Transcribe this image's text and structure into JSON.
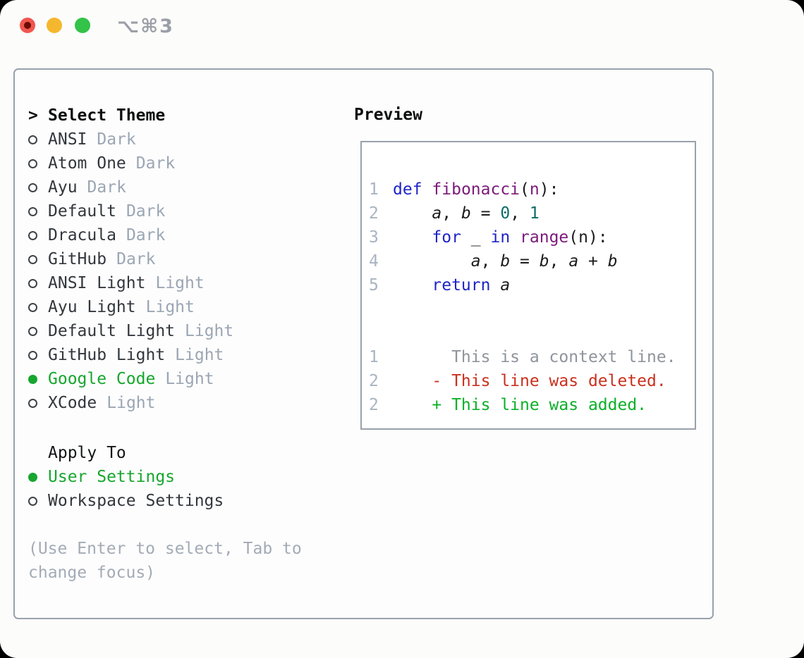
{
  "window": {
    "shortcut": "⌥⌘3",
    "traffic_lights": {
      "red": "#f1564e",
      "yellow": "#f5b72e",
      "green": "#33c348"
    }
  },
  "theme_selector": {
    "prompt_marker": ">",
    "title": "Select Theme",
    "items": [
      {
        "name": "ANSI",
        "variant": "Dark",
        "selected": false
      },
      {
        "name": "Atom One",
        "variant": "Dark",
        "selected": false
      },
      {
        "name": "Ayu",
        "variant": "Dark",
        "selected": false
      },
      {
        "name": "Default",
        "variant": "Dark",
        "selected": false
      },
      {
        "name": "Dracula",
        "variant": "Dark",
        "selected": false
      },
      {
        "name": "GitHub",
        "variant": "Dark",
        "selected": false
      },
      {
        "name": "ANSI Light",
        "variant": "Light",
        "selected": false
      },
      {
        "name": "Ayu Light",
        "variant": "Light",
        "selected": false
      },
      {
        "name": "Default Light",
        "variant": "Light",
        "selected": false
      },
      {
        "name": "GitHub Light",
        "variant": "Light",
        "selected": false
      },
      {
        "name": "Google Code",
        "variant": "Light",
        "selected": true
      },
      {
        "name": "XCode",
        "variant": "Light",
        "selected": false
      }
    ]
  },
  "apply_to": {
    "title": "Apply To",
    "options": [
      {
        "name": "User Settings",
        "selected": true
      },
      {
        "name": "Workspace Settings",
        "selected": false
      }
    ]
  },
  "hint": "(Use Enter to select, Tab to change focus)",
  "preview": {
    "title": "Preview",
    "code_lines": [
      {
        "num": "1",
        "tokens": [
          [
            "kw",
            "def"
          ],
          [
            "pln",
            " "
          ],
          [
            "fn",
            "fibonacci"
          ],
          [
            "pln",
            "("
          ],
          [
            "fn",
            "n"
          ],
          [
            "pln",
            "):"
          ]
        ]
      },
      {
        "num": "2",
        "tokens": [
          [
            "pln",
            "    "
          ],
          [
            "var",
            "a"
          ],
          [
            "pln",
            ", "
          ],
          [
            "var",
            "b"
          ],
          [
            "pln",
            " = "
          ],
          [
            "num",
            "0"
          ],
          [
            "pln",
            ", "
          ],
          [
            "num",
            "1"
          ]
        ]
      },
      {
        "num": "3",
        "tokens": [
          [
            "pln",
            "    "
          ],
          [
            "kw",
            "for"
          ],
          [
            "pln",
            " _ "
          ],
          [
            "kw",
            "in"
          ],
          [
            "pln",
            " "
          ],
          [
            "fn",
            "range"
          ],
          [
            "pln",
            "(n):"
          ]
        ]
      },
      {
        "num": "4",
        "tokens": [
          [
            "pln",
            "        "
          ],
          [
            "var",
            "a"
          ],
          [
            "pln",
            ", "
          ],
          [
            "var",
            "b"
          ],
          [
            "pln",
            " = "
          ],
          [
            "var",
            "b"
          ],
          [
            "pln",
            ", "
          ],
          [
            "var",
            "a"
          ],
          [
            "pln",
            " + "
          ],
          [
            "var",
            "b"
          ]
        ]
      },
      {
        "num": "5",
        "tokens": [
          [
            "pln",
            "    "
          ],
          [
            "kw",
            "return"
          ],
          [
            "pln",
            " "
          ],
          [
            "var",
            "a"
          ]
        ]
      }
    ],
    "diff_lines": [
      {
        "num": "1",
        "kind": "context",
        "tokens": [
          [
            "ctx",
            "      This is a context line."
          ]
        ]
      },
      {
        "num": "2",
        "kind": "deleted",
        "tokens": [
          [
            "del",
            "    - This line was deleted."
          ]
        ]
      },
      {
        "num": "2",
        "kind": "added",
        "tokens": [
          [
            "add",
            "    + This line was added."
          ]
        ]
      }
    ],
    "colors": {
      "keyword": "#1f24c7",
      "function": "#7b1a7b",
      "number": "#0c6b68",
      "plain": "#1b1c1e",
      "line_number": "#a9b4c2",
      "context": "#8f949c",
      "deleted": "#c9301f",
      "added": "#0cb028",
      "selected_green": "#17a62e"
    }
  }
}
